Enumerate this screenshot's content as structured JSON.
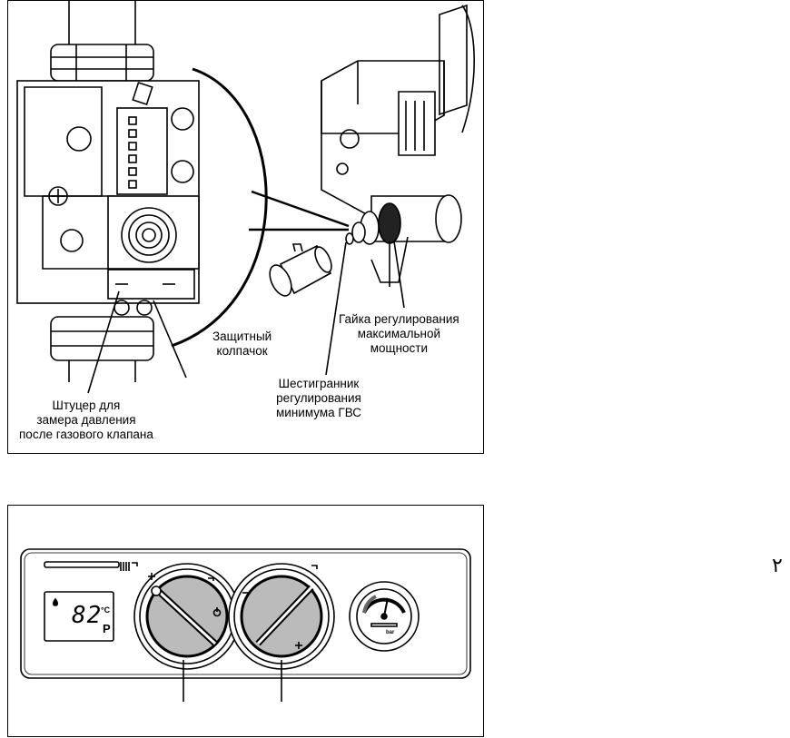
{
  "top_figure": {
    "labels": {
      "cap": [
        "Защитный",
        "колпачок"
      ],
      "nut": [
        "Гайка регулирования",
        "максимальной",
        "мощности"
      ],
      "hex": [
        "Шестигранник",
        "регулирования",
        "минимума ГВС"
      ],
      "fitting": [
        "Штуцер для",
        "замера давления",
        "после газового клапана"
      ]
    }
  },
  "bottom_figure": {
    "display": {
      "temperature": "82",
      "unit": "°C",
      "mode": "P"
    },
    "gauge_unit": "bar"
  },
  "margin_mark": "٢"
}
